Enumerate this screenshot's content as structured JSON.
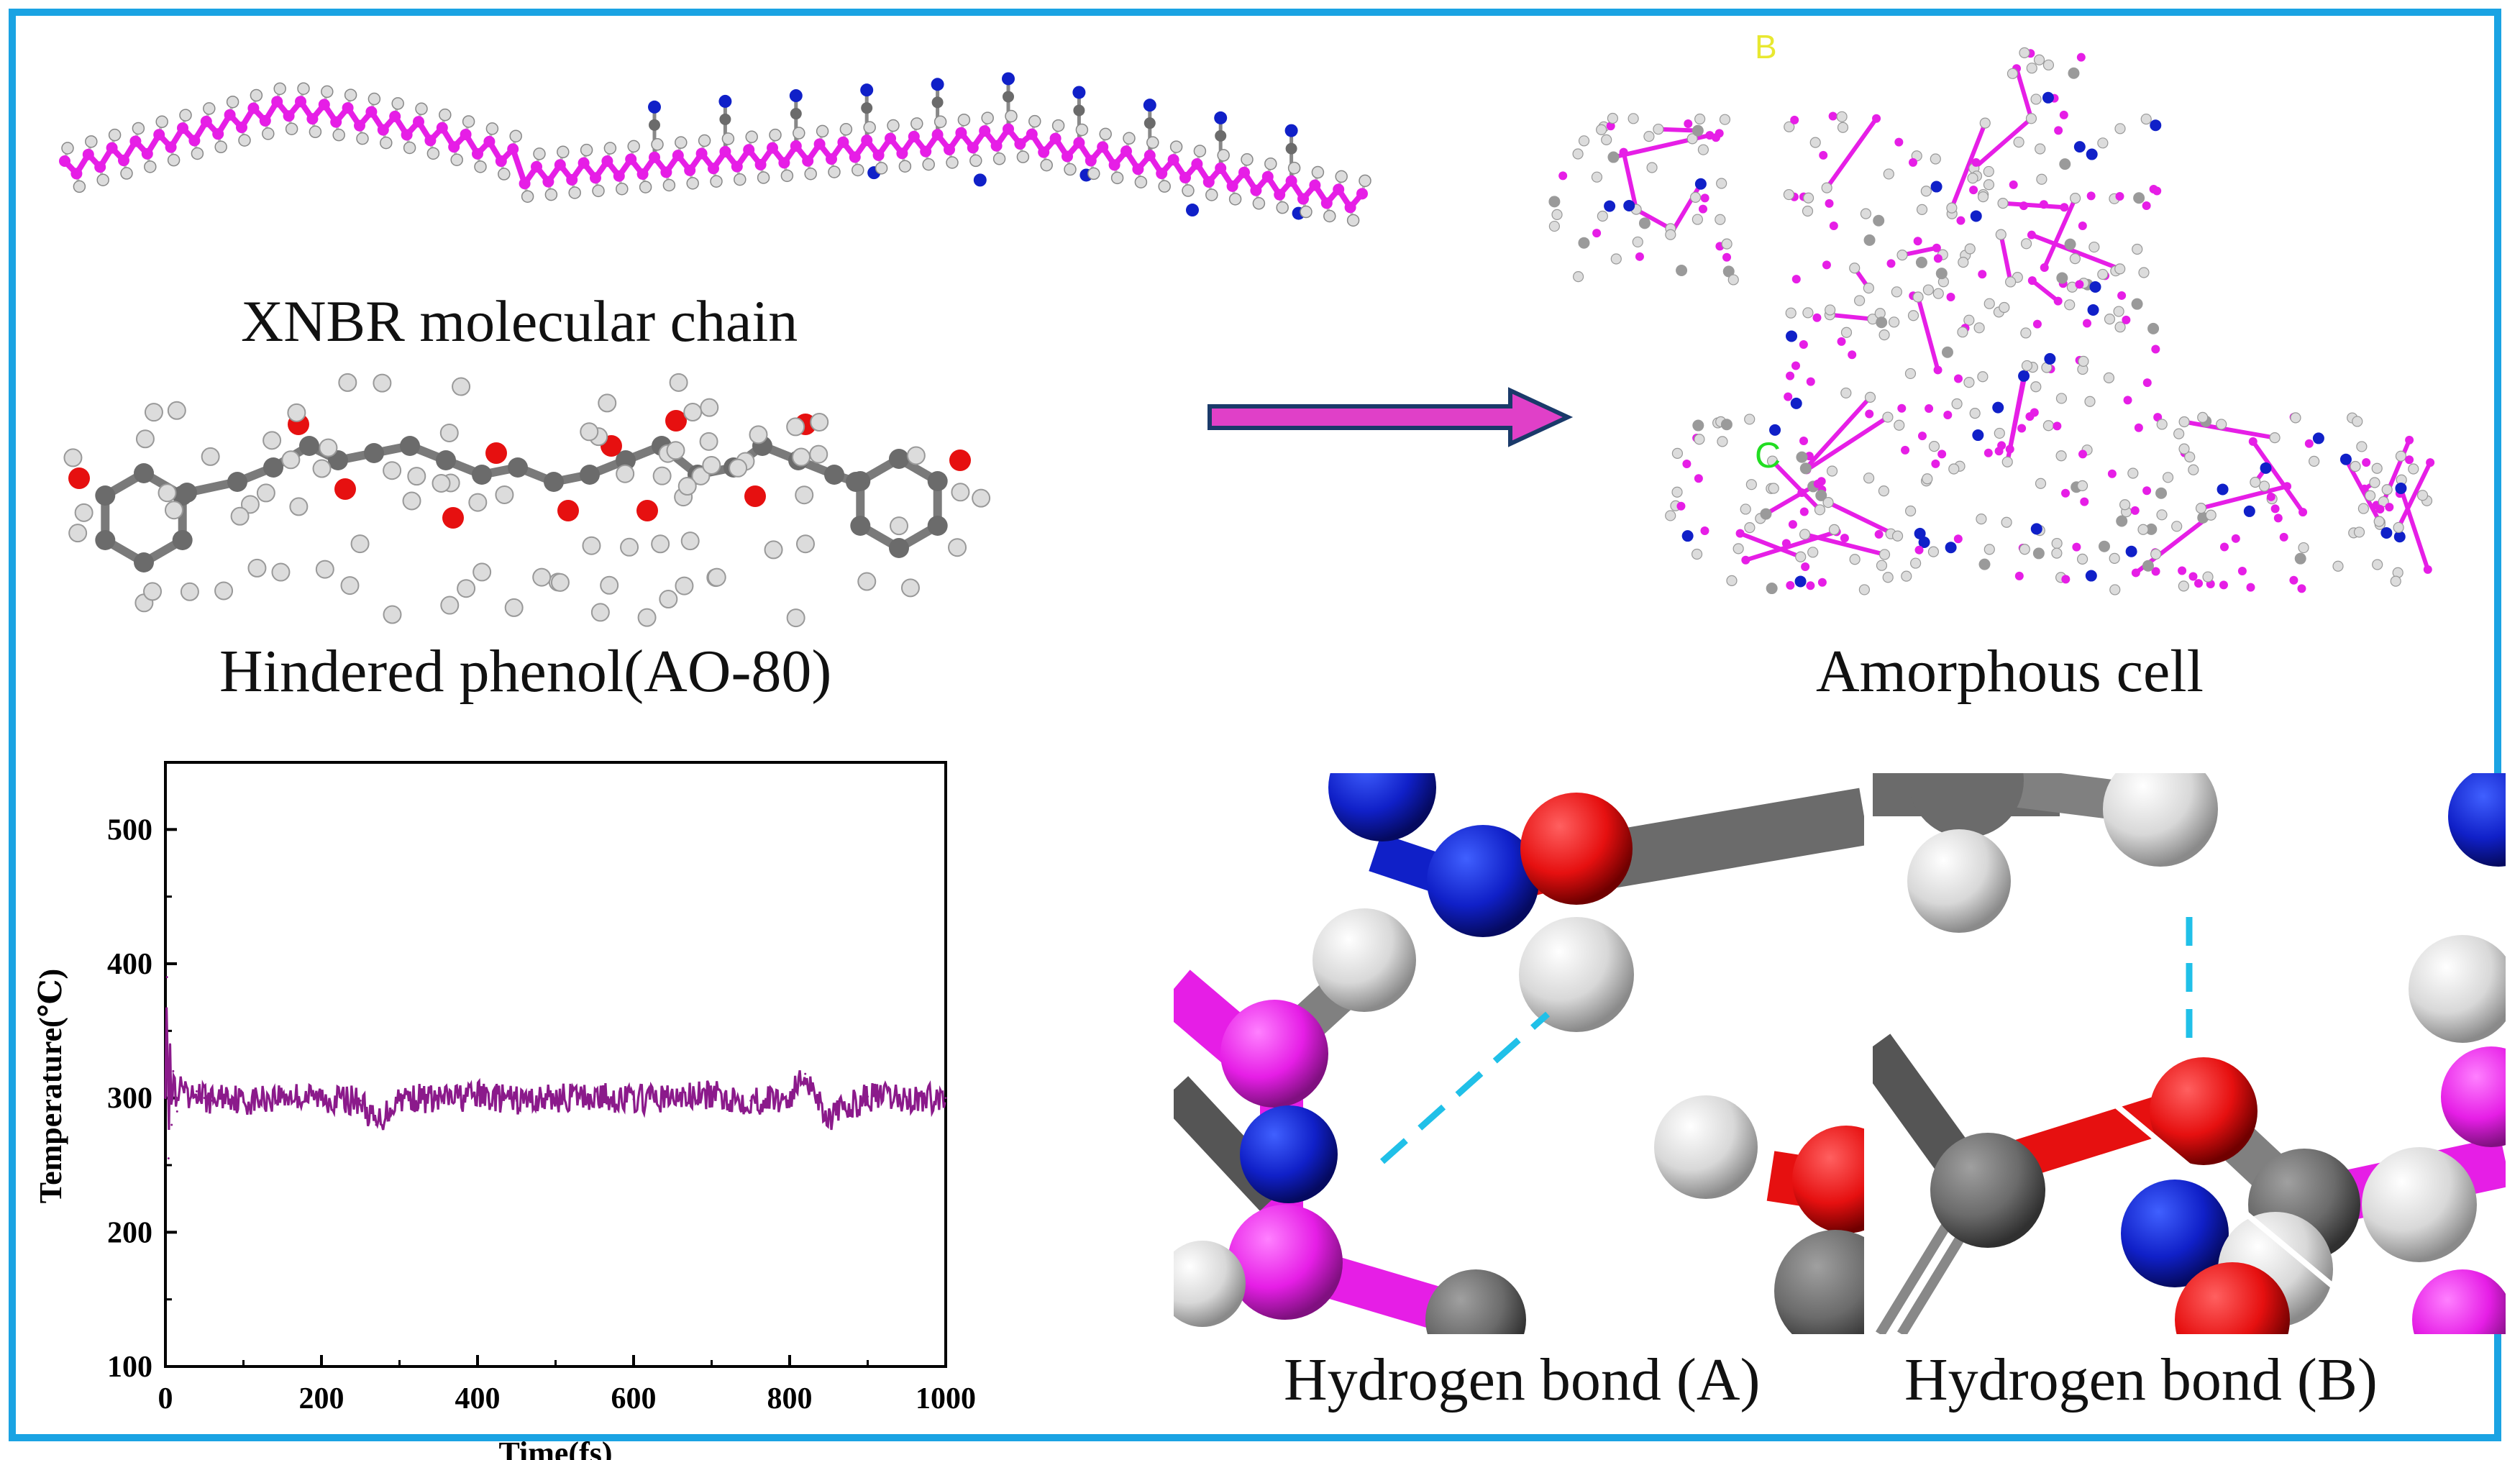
{
  "figure": {
    "border_color": "#1aa3e3",
    "captions": {
      "xnbr": "XNBR molecular chain",
      "ao80": "Hindered phenol(AO-80)",
      "amorphous": "Amorphous cell",
      "hbond_a": "Hydrogen bond (A)",
      "hbond_b": "Hydrogen bond (B)"
    },
    "cell_axis_labels": {
      "b": "B",
      "c": "C"
    },
    "arrow_color": "#e040c8",
    "atom_colors": {
      "backbone": "#e61ee6",
      "carbon": "#6b6b6b",
      "hydrogen": "#dcdcdc",
      "nitrogen": "#1020c8",
      "oxygen": "#e61010",
      "hbond": "#20c0e8"
    }
  },
  "chart_data": {
    "type": "line",
    "xlabel": "Time(fs)",
    "ylabel": "Temperature(℃)",
    "xlim": [
      0,
      1000
    ],
    "ylim": [
      100,
      550
    ],
    "xticks": [
      0,
      200,
      400,
      600,
      800,
      1000
    ],
    "yticks": [
      100,
      200,
      300,
      400,
      500
    ],
    "grid": false,
    "series": [
      {
        "color": "#8b1a8b",
        "x": [
          0,
          2,
          4,
          6,
          8,
          10,
          15,
          20,
          30,
          40,
          50,
          60,
          80,
          100,
          150,
          200,
          250,
          270,
          300,
          350,
          400,
          450,
          500,
          550,
          600,
          650,
          700,
          750,
          800,
          820,
          850,
          900,
          950,
          1000
        ],
        "y": [
          300,
          390,
          255,
          340,
          280,
          320,
          290,
          310,
          295,
          305,
          300,
          298,
          303,
          297,
          302,
          300,
          298,
          280,
          301,
          299,
          302,
          298,
          300,
          301,
          299,
          300,
          302,
          298,
          300,
          318,
          285,
          301,
          299,
          300
        ]
      }
    ]
  }
}
